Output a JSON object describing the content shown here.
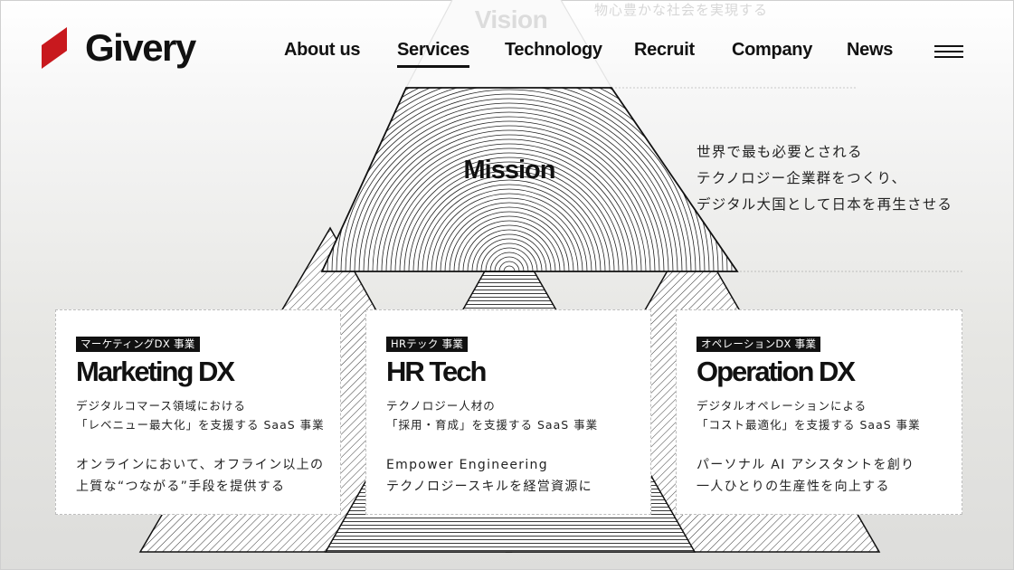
{
  "header": {
    "brand": "Givery",
    "nav": [
      {
        "label": "About us",
        "active": false
      },
      {
        "label": "Services",
        "active": true
      },
      {
        "label": "Technology",
        "active": false
      },
      {
        "label": "Recruit",
        "active": false
      },
      {
        "label": "Company",
        "active": false
      },
      {
        "label": "News",
        "active": false
      }
    ],
    "menu_icon": "hamburger-menu-icon",
    "logo_color": "#c8191e"
  },
  "vision": {
    "title": "Vision",
    "copy": "物心豊かな社会を実現する"
  },
  "mission": {
    "title": "Mission",
    "lines": [
      "世界で最も必要とされる",
      "テクノロジー企業群をつくり、",
      "デジタル大国として日本を再生させる"
    ]
  },
  "cards": [
    {
      "badge": "マーケティングDX 事業",
      "title": "Marketing DX",
      "desc": [
        "デジタルコマース領域における",
        "「レベニュー最大化」を支援する SaaS 事業"
      ],
      "sub": [
        "オンラインにおいて、オフライン以上の",
        "上質な“つながる”手段を提供する"
      ]
    },
    {
      "badge": "HRテック 事業",
      "title": "HR Tech",
      "desc": [
        "テクノロジー人材の",
        "「採用・育成」を支援する SaaS 事業"
      ],
      "sub": [
        "Empower Engineering",
        "テクノロジースキルを経営資源に"
      ]
    },
    {
      "badge": "オペレーションDX 事業",
      "title": "Operation DX",
      "desc": [
        "デジタルオペレーションによる",
        "「コスト最適化」を支援する SaaS 事業"
      ],
      "sub": [
        "パーソナル AI アシスタントを創り",
        "一人ひとりの生産性を向上する"
      ]
    }
  ]
}
